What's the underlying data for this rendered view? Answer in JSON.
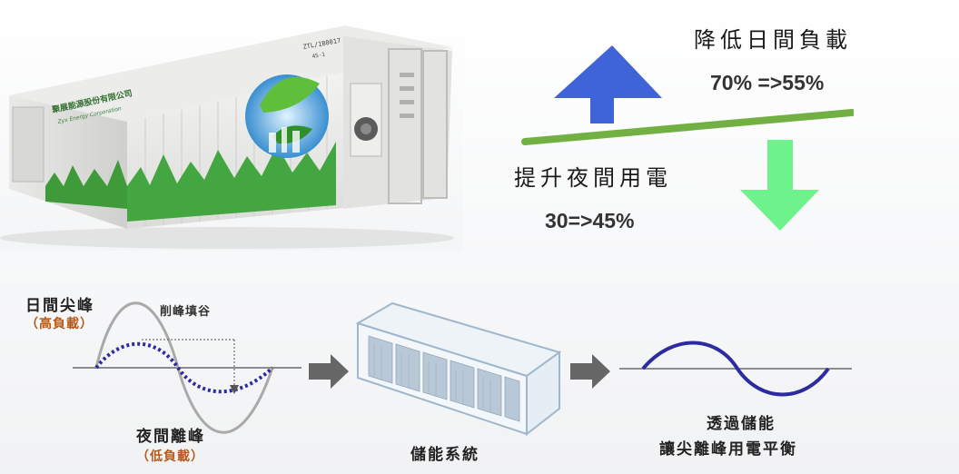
{
  "top_right": {
    "increase_label": "降低日間負載",
    "increase_value": "70% =>55%",
    "decrease_label": "提升夜間用電",
    "decrease_value": "30=>45%"
  },
  "container": {
    "company_cn": "聚展能源股份有限公司",
    "company_en": "Zyx Energy Corporation",
    "model_code": "ZTL/1B0017",
    "unit_no": "4S-1"
  },
  "bottom": {
    "peak_label": "日間尖峰",
    "peak_sub": "（高負載）",
    "shave_label": "削峰填谷",
    "valley_label": "夜間離峰",
    "valley_sub": "（低負載）",
    "storage_label": "儲能系統",
    "result_line1": "透過儲能",
    "result_line2": "讓尖離峰用電平衡"
  },
  "colors": {
    "up_arrow": "#3f64d8",
    "down_arrow": "#6ef28c",
    "seesaw": "#72b043",
    "curve_gray": "#a9a9a9",
    "curve_blue": "#2c2ca0",
    "flow_arrow": "#666666"
  }
}
